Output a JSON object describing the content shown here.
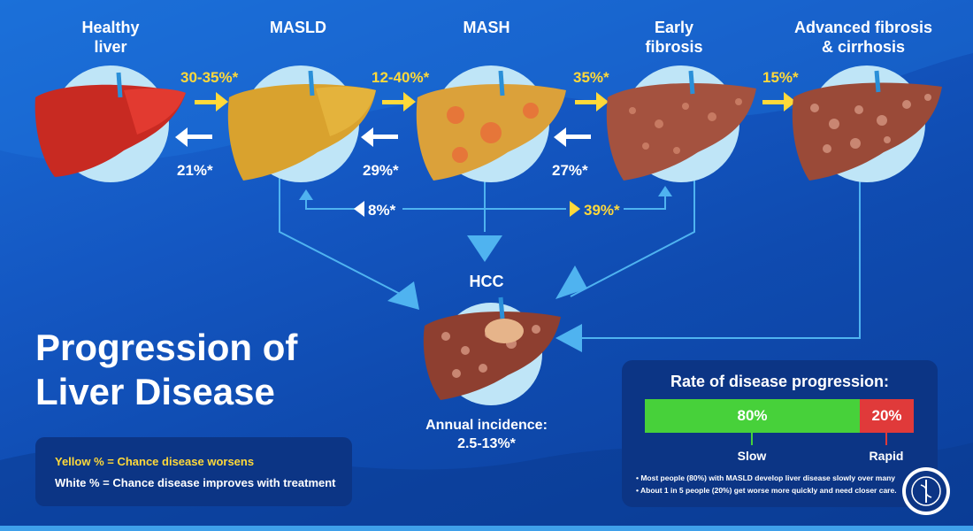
{
  "stages": [
    {
      "label_line1": "Healthy",
      "label_line2": "liver"
    },
    {
      "label_line1": "MASLD",
      "label_line2": ""
    },
    {
      "label_line1": "MASH",
      "label_line2": ""
    },
    {
      "label_line1": "Early",
      "label_line2": "fibrosis"
    },
    {
      "label_line1": "Advanced fibrosis",
      "label_line2": "& cirrhosis"
    }
  ],
  "transitions": {
    "worsen": [
      "30-35%*",
      "12-40%*",
      "35%*",
      "15%*"
    ],
    "improve": [
      "21%*",
      "29%*",
      "27%*"
    ],
    "masld_from_fibrosis": "8%*",
    "masld_to_fibrosis": "39%*"
  },
  "hcc": {
    "label": "HCC",
    "incidence_line1": "Annual incidence:",
    "incidence_line2": "2.5-13%*"
  },
  "title": {
    "line1": "Progression of",
    "line2": "Liver Disease"
  },
  "legend": {
    "yellow": "Yellow % = Chance disease worsens",
    "white": "White % = Chance disease improves with treatment"
  },
  "rate_panel": {
    "title": "Rate of disease progression:",
    "slow_percent": 80,
    "slow_value": "80%",
    "rapid_value": "20%",
    "slow_label": "Slow",
    "rapid_label": "Rapid",
    "note1": "•  Most people (80%) with MASLD develop liver disease slowly over many",
    "note2": "•  About 1 in 5 people (20%) get worse more quickly and need closer care."
  },
  "colors": {
    "yellow_accent": "#ffd93a",
    "slow_bar": "#47d13a",
    "rapid_bar": "#e03a3a",
    "flow_line": "#4fb3f0",
    "panel": "#0c3585",
    "circle": "#bfe5f7"
  }
}
